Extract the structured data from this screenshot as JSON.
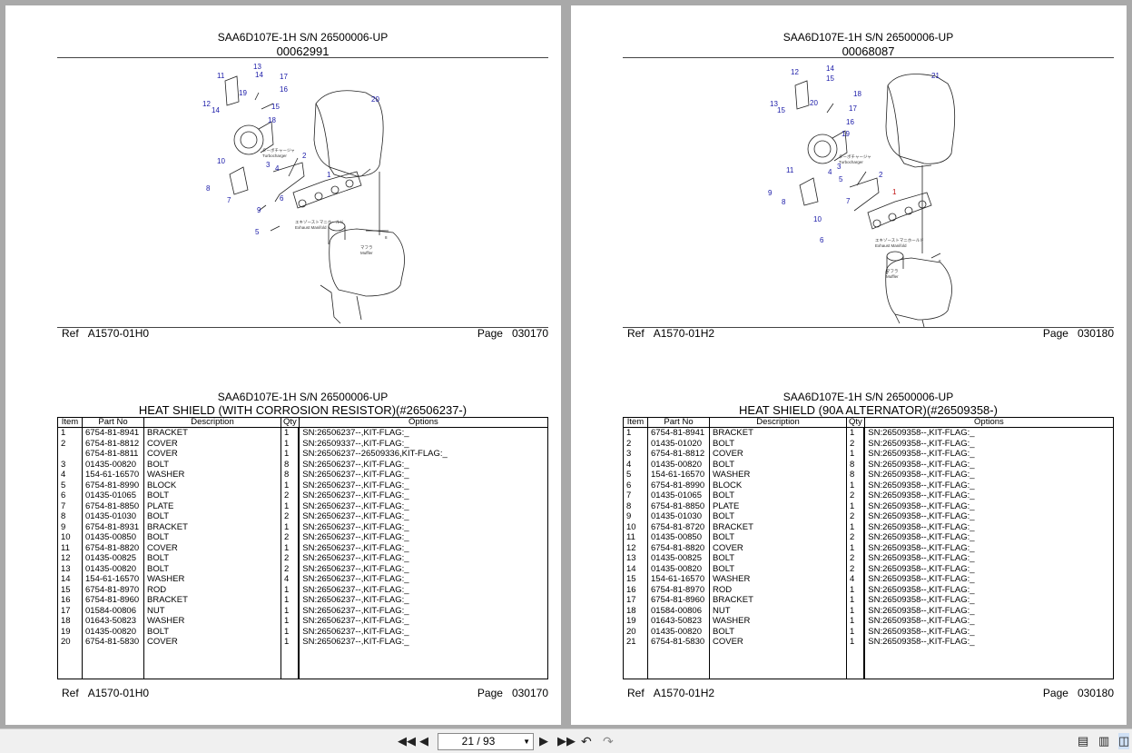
{
  "pages": [
    {
      "model": "SAA6D107E-1H S/N 26500006-UP",
      "diagram_number": "00062991",
      "diagram_ref_label": "Ref",
      "diagram_ref": "A1570-01H0",
      "diagram_page_label": "Page",
      "diagram_page": "030170",
      "table_model": "SAA6D107E-1H S/N 26500006-UP",
      "table_title": "HEAT SHIELD (WITH CORROSION RESISTOR)(#26506237-)",
      "columns": [
        "Item",
        "Part No",
        "Description",
        "Qty",
        "Options"
      ],
      "rows": [
        [
          "1",
          "6754-81-8941",
          "BRACKET",
          "1",
          "SN:26506237--,KIT-FLAG:_"
        ],
        [
          "2",
          "6754-81-8812",
          "COVER",
          "1",
          "SN:26509337--,KIT-FLAG:_"
        ],
        [
          "",
          "6754-81-8811",
          "COVER",
          "1",
          "SN:26506237--26509336,KIT-FLAG:_"
        ],
        [
          "3",
          "01435-00820",
          "BOLT",
          "8",
          "SN:26506237--,KIT-FLAG:_"
        ],
        [
          "4",
          "154-61-16570",
          "WASHER",
          "8",
          "SN:26506237--,KIT-FLAG:_"
        ],
        [
          "5",
          "6754-81-8990",
          "BLOCK",
          "1",
          "SN:26506237--,KIT-FLAG:_"
        ],
        [
          "6",
          "01435-01065",
          "BOLT",
          "2",
          "SN:26506237--,KIT-FLAG:_"
        ],
        [
          "7",
          "6754-81-8850",
          "PLATE",
          "1",
          "SN:26506237--,KIT-FLAG:_"
        ],
        [
          "8",
          "01435-01030",
          "BOLT",
          "2",
          "SN:26506237--,KIT-FLAG:_"
        ],
        [
          "9",
          "6754-81-8931",
          "BRACKET",
          "1",
          "SN:26506237--,KIT-FLAG:_"
        ],
        [
          "10",
          "01435-00850",
          "BOLT",
          "2",
          "SN:26506237--,KIT-FLAG:_"
        ],
        [
          "11",
          "6754-81-8820",
          "COVER",
          "1",
          "SN:26506237--,KIT-FLAG:_"
        ],
        [
          "12",
          "01435-00825",
          "BOLT",
          "2",
          "SN:26506237--,KIT-FLAG:_"
        ],
        [
          "13",
          "01435-00820",
          "BOLT",
          "2",
          "SN:26506237--,KIT-FLAG:_"
        ],
        [
          "14",
          "154-61-16570",
          "WASHER",
          "4",
          "SN:26506237--,KIT-FLAG:_"
        ],
        [
          "15",
          "6754-81-8970",
          "ROD",
          "1",
          "SN:26506237--,KIT-FLAG:_"
        ],
        [
          "16",
          "6754-81-8960",
          "BRACKET",
          "1",
          "SN:26506237--,KIT-FLAG:_"
        ],
        [
          "17",
          "01584-00806",
          "NUT",
          "1",
          "SN:26506237--,KIT-FLAG:_"
        ],
        [
          "18",
          "01643-50823",
          "WASHER",
          "1",
          "SN:26506237--,KIT-FLAG:_"
        ],
        [
          "19",
          "01435-00820",
          "BOLT",
          "1",
          "SN:26506237--,KIT-FLAG:_"
        ],
        [
          "20",
          "6754-81-5830",
          "COVER",
          "1",
          "SN:26506237--,KIT-FLAG:_"
        ]
      ],
      "table_ref_label": "Ref",
      "table_ref": "A1570-01H0",
      "table_page_label": "Page",
      "table_page": "030170"
    },
    {
      "model": "SAA6D107E-1H S/N 26500006-UP",
      "diagram_number": "00068087",
      "diagram_ref_label": "Ref",
      "diagram_ref": "A1570-01H2",
      "diagram_page_label": "Page",
      "diagram_page": "030180",
      "table_model": "SAA6D107E-1H S/N 26500006-UP",
      "table_title": "HEAT SHIELD (90A ALTERNATOR)(#26509358-)",
      "columns": [
        "Item",
        "Part No",
        "Description",
        "Qty",
        "Options"
      ],
      "rows": [
        [
          "1",
          "6754-81-8941",
          "BRACKET",
          "1",
          "SN:26509358--,KIT-FLAG:_"
        ],
        [
          "2",
          "01435-01020",
          "BOLT",
          "2",
          "SN:26509358--,KIT-FLAG:_"
        ],
        [
          "3",
          "6754-81-8812",
          "COVER",
          "1",
          "SN:26509358--,KIT-FLAG:_"
        ],
        [
          "4",
          "01435-00820",
          "BOLT",
          "8",
          "SN:26509358--,KIT-FLAG:_"
        ],
        [
          "5",
          "154-61-16570",
          "WASHER",
          "8",
          "SN:26509358--,KIT-FLAG:_"
        ],
        [
          "6",
          "6754-81-8990",
          "BLOCK",
          "1",
          "SN:26509358--,KIT-FLAG:_"
        ],
        [
          "7",
          "01435-01065",
          "BOLT",
          "2",
          "SN:26509358--,KIT-FLAG:_"
        ],
        [
          "8",
          "6754-81-8850",
          "PLATE",
          "1",
          "SN:26509358--,KIT-FLAG:_"
        ],
        [
          "9",
          "01435-01030",
          "BOLT",
          "2",
          "SN:26509358--,KIT-FLAG:_"
        ],
        [
          "10",
          "6754-81-8720",
          "BRACKET",
          "1",
          "SN:26509358--,KIT-FLAG:_"
        ],
        [
          "11",
          "01435-00850",
          "BOLT",
          "2",
          "SN:26509358--,KIT-FLAG:_"
        ],
        [
          "12",
          "6754-81-8820",
          "COVER",
          "1",
          "SN:26509358--,KIT-FLAG:_"
        ],
        [
          "13",
          "01435-00825",
          "BOLT",
          "2",
          "SN:26509358--,KIT-FLAG:_"
        ],
        [
          "14",
          "01435-00820",
          "BOLT",
          "2",
          "SN:26509358--,KIT-FLAG:_"
        ],
        [
          "15",
          "154-61-16570",
          "WASHER",
          "4",
          "SN:26509358--,KIT-FLAG:_"
        ],
        [
          "16",
          "6754-81-8970",
          "ROD",
          "1",
          "SN:26509358--,KIT-FLAG:_"
        ],
        [
          "17",
          "6754-81-8960",
          "BRACKET",
          "1",
          "SN:26509358--,KIT-FLAG:_"
        ],
        [
          "18",
          "01584-00806",
          "NUT",
          "1",
          "SN:26509358--,KIT-FLAG:_"
        ],
        [
          "19",
          "01643-50823",
          "WASHER",
          "1",
          "SN:26509358--,KIT-FLAG:_"
        ],
        [
          "20",
          "01435-00820",
          "BOLT",
          "1",
          "SN:26509358--,KIT-FLAG:_"
        ],
        [
          "21",
          "6754-81-5830",
          "COVER",
          "1",
          "SN:26509358--,KIT-FLAG:_"
        ]
      ],
      "table_ref_label": "Ref",
      "table_ref": "A1570-01H2",
      "table_page_label": "Page",
      "table_page": "030180"
    }
  ],
  "diagrams": [
    {
      "callouts": [
        "1",
        "2",
        "3",
        "4",
        "5",
        "6",
        "7",
        "8",
        "9",
        "10",
        "11",
        "12",
        "13",
        "14",
        "14",
        "15",
        "16",
        "17",
        "18",
        "19",
        "20"
      ],
      "labels": [
        "ターボチャージャ",
        "Turbocharger",
        "エキゾーストマニホールド",
        "Exhaust Manifold",
        "マフラ",
        "Muffler",
        "8",
        "00062991"
      ]
    },
    {
      "callouts": [
        "1",
        "2",
        "3",
        "4",
        "5",
        "6",
        "7",
        "8",
        "9",
        "10",
        "11",
        "12",
        "13",
        "14",
        "15",
        "15",
        "16",
        "17",
        "18",
        "19",
        "20",
        "21"
      ],
      "labels": [
        "ターボチャージャ",
        "Turbocharger",
        "エキゾーストマニホールド",
        "Exhaust Manifold",
        "マフラ",
        "Muffler",
        "8",
        "00068087"
      ]
    }
  ],
  "toolbar": {
    "page_indicator": "21 / 93",
    "icons": [
      "first-page-icon",
      "prev-page-icon",
      "next-page-icon",
      "last-page-icon",
      "go-back-icon",
      "go-forward-icon",
      "single-page-view-icon",
      "continuous-view-icon",
      "two-page-view-icon"
    ]
  }
}
